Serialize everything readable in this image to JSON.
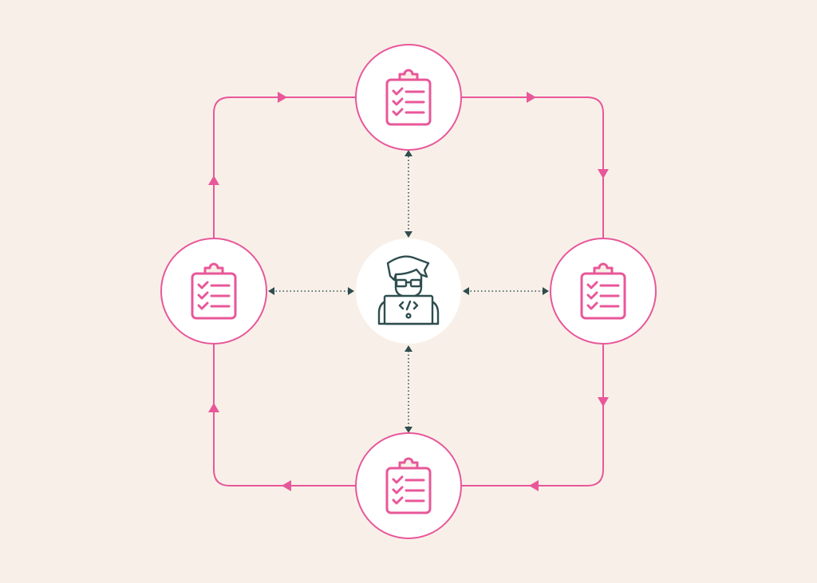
{
  "diagram": {
    "background_color": "#F8F0E8",
    "accent_color": "#E8579A",
    "connector_color": "#2E4D4F",
    "center_fill": "#FFFFFF",
    "center_node": {
      "icon": "developer-laptop-icon"
    },
    "outer_nodes": [
      {
        "id": "top",
        "icon": "checklist-clipboard-icon"
      },
      {
        "id": "right",
        "icon": "checklist-clipboard-icon"
      },
      {
        "id": "bottom",
        "icon": "checklist-clipboard-icon"
      },
      {
        "id": "left",
        "icon": "checklist-clipboard-icon"
      }
    ],
    "cycle_direction": "clockwise",
    "center_links": "bidirectional-dotted"
  }
}
